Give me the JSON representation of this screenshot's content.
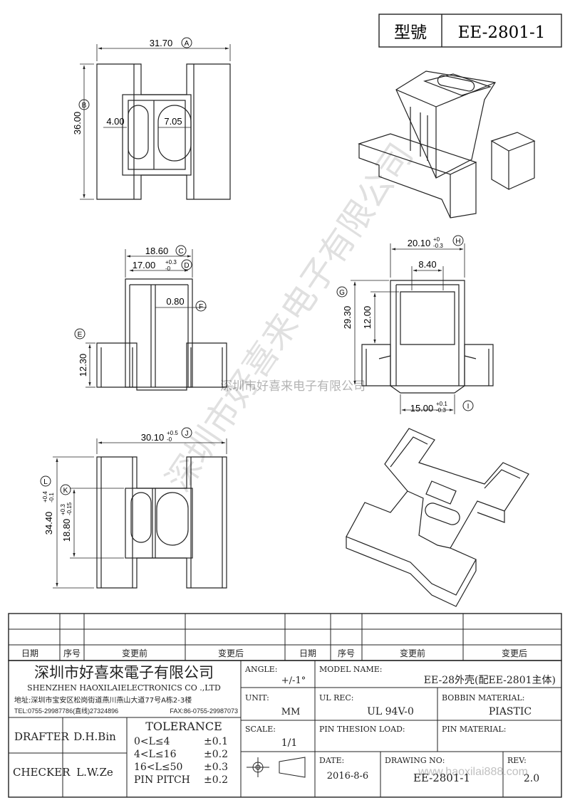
{
  "title_box": {
    "label": "型號",
    "model": "EE-2801-1"
  },
  "dims": {
    "top_width": "31.70",
    "top_width_tag": "A",
    "top_height": "36.00",
    "top_height_tag": "B",
    "slot_small": "4.00",
    "slot_large": "7.05",
    "front_width": "18.60",
    "front_width_tag": "C",
    "front_inner": "17.00",
    "front_inner_tol_up": "+0.3",
    "front_inner_tol_dn": "-0",
    "front_inner_tag": "D",
    "rib": "0.80",
    "rib_tag": "F",
    "front_height": "12.30",
    "front_height_tag": "E",
    "side_width": "20.10",
    "side_width_tol_up": "+0",
    "side_width_tol_dn": "-0.3",
    "side_width_tag": "H",
    "side_inner": "8.40",
    "side_total": "29.30",
    "side_total_tag": "G",
    "side_inner_h": "12.00",
    "side_base": "15.00",
    "side_base_tol_up": "+0.1",
    "side_base_tol_dn": "-0.3",
    "side_base_tag": "I",
    "bottom_width": "30.10",
    "bottom_width_tol_up": "+0.5",
    "bottom_width_tol_dn": "-0",
    "bottom_width_tag": "J",
    "bottom_height": "34.40",
    "bottom_height_tol_up": "+0.4",
    "bottom_height_tol_dn": "-0.1",
    "bottom_height_tag": "L",
    "bottom_inner": "18.80",
    "bottom_inner_tol_up": "+0.3",
    "bottom_inner_tol_dn": "-0.15",
    "bottom_inner_tag": "K"
  },
  "watermark": {
    "diagonal": "深圳市好喜来电子有限公司",
    "horizontal": "深圳市好喜来电子有限公司",
    "url": "www.haoxilai888.com"
  },
  "revision_table": {
    "headers": [
      "日期",
      "序号",
      "变更前",
      "变更后",
      "日期",
      "序号",
      "变更前",
      "变更后"
    ]
  },
  "company": {
    "name_cn": "深圳市好喜來電子有限公司",
    "name_en": "SHENZHEN HAOXILAIELECTRONICS CO .,LTD",
    "address": "地址:深圳市宝安区松岗街道燕川燕山大道77号A栋2-3楼",
    "tel": "TEL:0755-29987786(直线)27324896",
    "fax": "FAX:86-0755-29987073"
  },
  "title_block": {
    "angle_label": "ANGLE:",
    "angle_value": "+/-1°",
    "model_label": "MODEL NAME:",
    "model_value": "EE-28外壳(配EE-2801主体)",
    "unit_label": "UNIT:",
    "unit_value": "MM",
    "ul_label": "UL REC:",
    "ul_value": "UL 94V-0",
    "bobbin_label": "BOBBIN MATERIAL:",
    "bobbin_value": "PIASTIC",
    "scale_label": "SCALE:",
    "scale_value": "1/1",
    "pin_load_label": "PIN THESION LOAD:",
    "pin_material_label": "PIN MATERIAL:",
    "date_label": "DATE:",
    "date_value": "2016-8-6",
    "drawing_no_label": "DRAWING NO:",
    "drawing_no_value": "EE-2801-1",
    "rev_label": "REV:",
    "rev_value": "2.0",
    "drafter_label": "DRAFTER",
    "drafter_value": "D.H.Bin",
    "checker_label": "CHECKER",
    "checker_value": "L.W.Ze",
    "tolerance_label": "TOLERANCE",
    "tol_rows": [
      {
        "range": "0<L≤4",
        "tol": "±0.1"
      },
      {
        "range": "4<L≤16",
        "tol": "±0.2"
      },
      {
        "range": "16<L≤50",
        "tol": "±0.3"
      },
      {
        "range": "PIN PITCH",
        "tol": "±0.2"
      }
    ]
  }
}
